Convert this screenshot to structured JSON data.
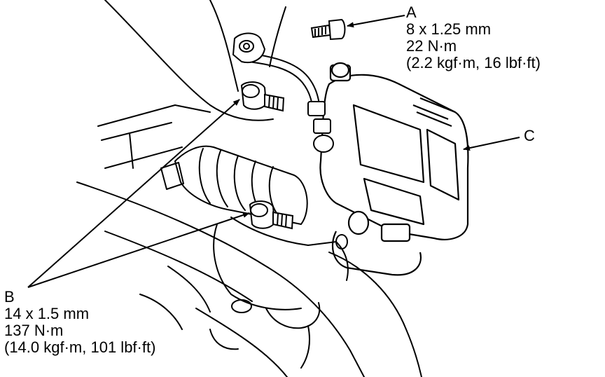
{
  "callouts": {
    "a": {
      "letter": "A",
      "size": "8 x 1.25 mm",
      "torque": "22 N·m",
      "torque_alt": "(2.2 kgf·m, 16 lbf·ft)"
    },
    "b": {
      "letter": "B",
      "size": "14 x 1.5 mm",
      "torque": "137 N·m",
      "torque_alt": "(14.0 kgf·m, 101 lbf·ft)"
    },
    "c": {
      "letter": "C"
    }
  }
}
